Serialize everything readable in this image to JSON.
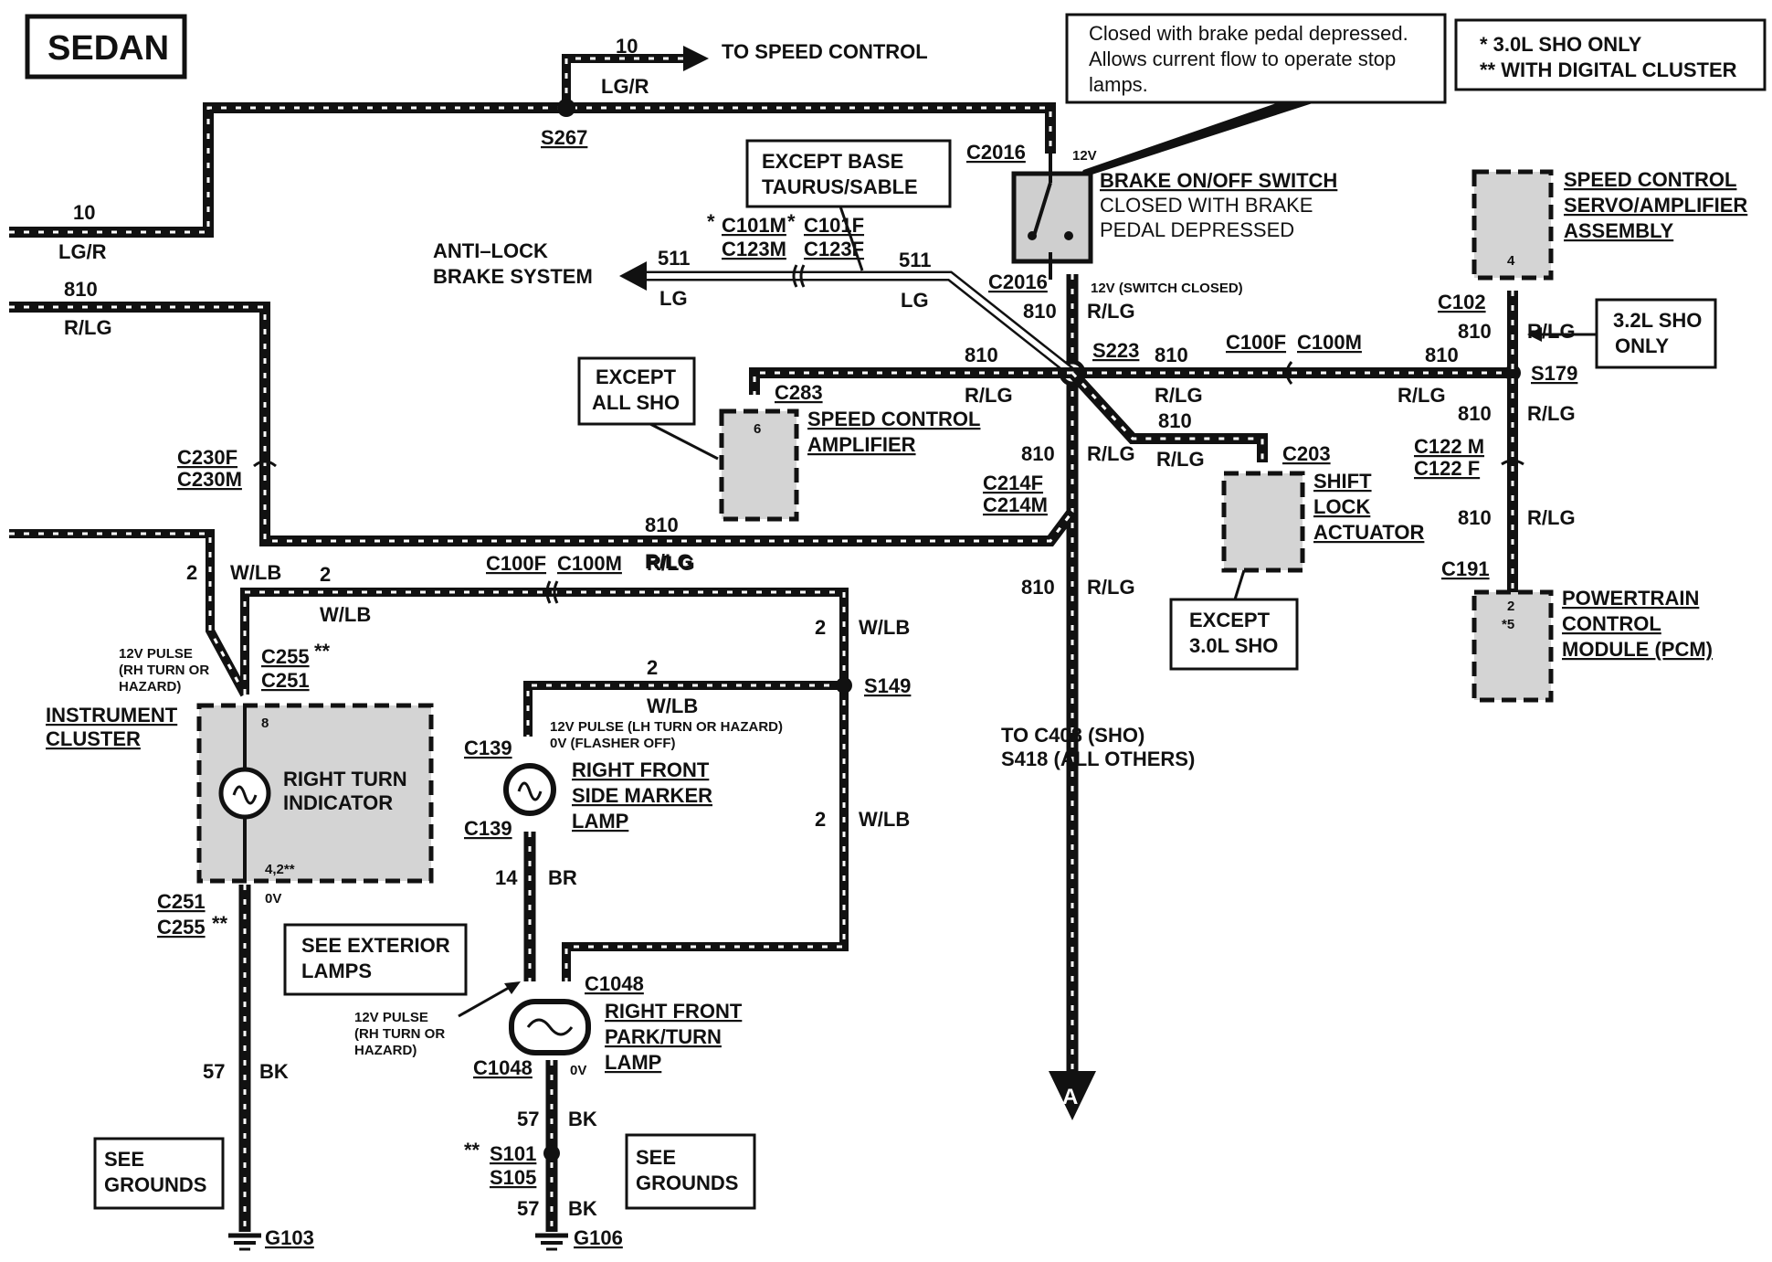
{
  "title": "SEDAN",
  "legend": {
    "line1": "* 3.0L SHO ONLY",
    "line2": "** WITH DIGITAL  CLUSTER"
  },
  "callouts": {
    "brake_note": [
      "Closed with brake pedal depressed.",
      "Allows current flow to operate stop",
      "lamps."
    ],
    "except_base": [
      "EXCEPT BASE",
      "TAURUS/SABLE"
    ],
    "except_all_sho": [
      "EXCEPT",
      "ALL SHO"
    ],
    "sho_32": [
      "3.2L SHO",
      "ONLY"
    ],
    "except_30_sho": [
      "EXCEPT",
      "3.0L SHO"
    ],
    "see_exterior": [
      "SEE EXTERIOR",
      "LAMPS"
    ],
    "see_grounds_left": [
      "SEE",
      "GROUNDS"
    ],
    "see_grounds_right": [
      "SEE",
      "GROUNDS"
    ]
  },
  "components": {
    "brake_switch": [
      "BRAKE ON/OFF SWITCH",
      "CLOSED WITH BRAKE",
      "PEDAL DEPRESSED"
    ],
    "servo": [
      "SPEED CONTROL",
      "SERVO/AMPLIFIER",
      "ASSEMBLY"
    ],
    "speed_amp": [
      "SPEED CONTROL",
      "AMPLIFIER"
    ],
    "shift_lock": [
      "SHIFT",
      "LOCK",
      "ACTUATOR"
    ],
    "pcm": [
      "POWERTRAIN",
      "CONTROL",
      "MODULE (PCM)"
    ],
    "instrument_cluster": [
      "INSTRUMENT",
      "CLUSTER"
    ],
    "right_turn_indicator": [
      "RIGHT TURN",
      "INDICATOR"
    ],
    "side_marker": [
      "RIGHT FRONT",
      "SIDE MARKER",
      "LAMP"
    ],
    "park_turn": [
      "RIGHT FRONT",
      "PARK/TURN",
      "LAMP"
    ],
    "abs": [
      "ANTI–LOCK",
      "BRAKE SYSTEM"
    ],
    "to_speed_control": "TO SPEED CONTROL",
    "offpage_a": "A",
    "to_c408": [
      "TO C408 (SHO)",
      "S418 (ALL OTHERS)"
    ]
  },
  "connectors": {
    "c2016_top": "C2016",
    "c2016_bot": "C2016",
    "c101m": "C101M",
    "c101f": "C101F",
    "c123m": "C123M",
    "c123f": "C123F",
    "s267": "S267",
    "s223": "S223",
    "c100f_top": "C100F",
    "c100m_top": "C100M",
    "s179": "S179",
    "c102": "C102",
    "c122m": "C122 M",
    "c122f": "C122 F",
    "c191": "C191",
    "c283": "C283",
    "c203": "C203",
    "c230f": "C230F",
    "c230m": "C230M",
    "c214f": "C214F",
    "c214m": "C214M",
    "c100f_mid": "C100F",
    "c100m_mid": "C100M",
    "c255_top": "C255",
    "c251_top": "C251",
    "c251_bot": "C251",
    "c255_bot": "C255",
    "s149": "S149",
    "c139_top": "C139",
    "c139_bot": "C139",
    "c1048_top": "C1048",
    "c1048_bot": "C1048",
    "s101": "S101",
    "s105": "S105",
    "g103": "G103",
    "g106": "G106"
  },
  "wires": {
    "w10_left": [
      "10",
      "LG/R"
    ],
    "w10_top": [
      "10",
      "LG/R"
    ],
    "w511_left": [
      "511",
      "LG"
    ],
    "w511_right": [
      "511",
      "LG"
    ],
    "w810_left": [
      "810",
      "R/LG"
    ],
    "w810_brake": [
      "810",
      "R/LG"
    ],
    "w810_amp": [
      "810",
      "R/LG"
    ],
    "w810_c100": [
      "810",
      "R/LG"
    ],
    "w810_s179": [
      "810",
      "R/LG"
    ],
    "w810_shift": [
      "810",
      "R/LG"
    ],
    "w810_down1": [
      "810",
      "R/LG"
    ],
    "w810_down2": [
      "810",
      "R/LG"
    ],
    "w810_bottom": [
      "810",
      "R/LG"
    ],
    "w810_c102": [
      "810",
      "R/LG"
    ],
    "w810_c122": [
      "810",
      "R/LG"
    ],
    "w810_c191": [
      "810",
      "R/LG"
    ],
    "w2_left": [
      "2",
      "W/LB"
    ],
    "w2_top": [
      "2",
      "W/LB"
    ],
    "w2_right_a": [
      "2",
      "W/LB"
    ],
    "w2_s149": [
      "2",
      "W/LB"
    ],
    "w2_right_b": [
      "2",
      "W/LB"
    ],
    "w14": [
      "14",
      "BR"
    ],
    "w57_left": [
      "57",
      "BK"
    ],
    "w57_right_a": [
      "57",
      "BK"
    ],
    "w57_right_b": [
      "57",
      "BK"
    ]
  },
  "signals": {
    "v12": "12V",
    "v12_closed": "12V (SWITCH CLOSED)",
    "pulse_rh": [
      "12V PULSE",
      "(RH TURN OR",
      "HAZARD)"
    ],
    "pulse_lh": [
      "12V PULSE (LH TURN OR HAZARD)",
      "0V (FLASHER OFF)"
    ],
    "pulse_rh2": [
      "12V PULSE",
      "(RH TURN OR",
      "HAZARD)"
    ],
    "ov_cluster": "0V",
    "ov_park": "0V"
  },
  "pins": {
    "servo": "4",
    "amp": "6",
    "pcm_2": "2",
    "pcm_5": "*5",
    "cluster_8": "8",
    "cluster_42": "4,2**"
  },
  "marks": {
    "star": "*",
    "dstar": "**"
  }
}
